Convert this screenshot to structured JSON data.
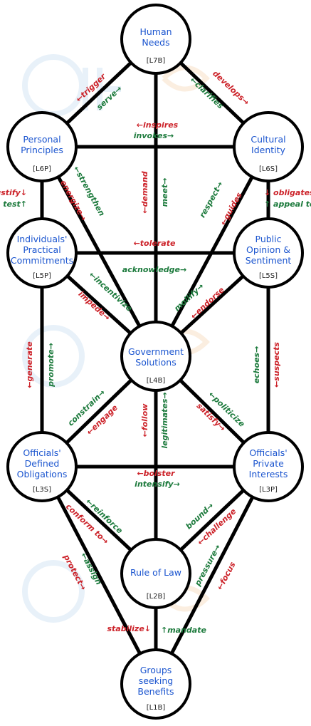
{
  "nodes": {
    "l7b": {
      "lines": [
        "Human",
        "Needs"
      ],
      "code": "[L7B]"
    },
    "l6p": {
      "lines": [
        "Personal",
        "Principles"
      ],
      "code": "[L6P]"
    },
    "l6s": {
      "lines": [
        "Cultural",
        "Identity"
      ],
      "code": "[L6S]"
    },
    "l5p": {
      "lines": [
        "Individuals'",
        "Practical",
        "Commitments"
      ],
      "code": "[L5P]"
    },
    "l5s": {
      "lines": [
        "Public",
        "Opinion &",
        "Sentiment"
      ],
      "code": "[L5S]"
    },
    "l4b": {
      "lines": [
        "Government",
        "Solutions"
      ],
      "code": "[L4B]"
    },
    "l3s": {
      "lines": [
        "Officials'",
        "Defined",
        "Obligations"
      ],
      "code": "[L3S]"
    },
    "l3p": {
      "lines": [
        "Officials'",
        "Private",
        "Interests"
      ],
      "code": "[L3P]"
    },
    "l2b": {
      "lines": [
        "Rule of Law"
      ],
      "code": "[L2B]"
    },
    "l1b": {
      "lines": [
        "Groups",
        "seeking",
        "Benefits"
      ],
      "code": "[L1B]"
    }
  },
  "labels": {
    "trigger": "←trigger",
    "serve": "serve→",
    "develops": "develops→",
    "clarifies": "←clarifies",
    "inspires": "←inspires",
    "invokes": "invokes→",
    "justify": "justify↓",
    "test": "test↑",
    "energize": "energize→",
    "strengthen": "←strengthen",
    "demand": "←demand",
    "meet": "meet→",
    "respect": "respect→",
    "guides": "←guides",
    "obligates": "↓ obligates",
    "appeal_to": "↑ appeal to",
    "tolerate": "←tolerate",
    "acknowledge": "acknowledge→",
    "incentivize": "←incentivize",
    "impede": "impede→",
    "mollify": "mollify→",
    "endorse": "←endorse",
    "generate": "←generate",
    "promote": "promote→",
    "echoes": "echoes→",
    "suspects": "←suspects",
    "constrain": "constrain→",
    "engage": "←engage",
    "follow": "←follow",
    "legitimates": "legitimates→",
    "politicize": "←politicize",
    "satisfy": "satisfy→",
    "bolster": "←bolster",
    "intensify": "intensify→",
    "reinforce": "←reinforce",
    "conform_to": "conform to→",
    "bound": "bound→",
    "challenge": "←challenge",
    "assign": "←assign",
    "protect": "protect→",
    "pressure": "pressure→",
    "focus": "←focus",
    "stabilize": "stabilize↓",
    "mandate": "↑mandate"
  },
  "colors": {
    "node_text": "#1b55cf",
    "red_label": "#cc2229",
    "green_label": "#1c7a3c",
    "edge": "#000000"
  }
}
